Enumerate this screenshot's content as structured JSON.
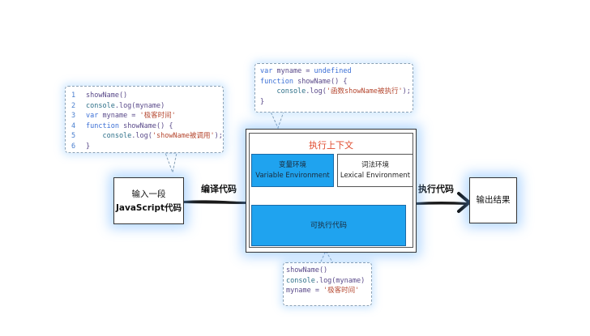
{
  "bubble_left": {
    "lines": [
      {
        "num": "1",
        "parts": [
          {
            "t": "showName()",
            "c": "fn"
          }
        ]
      },
      {
        "num": "2",
        "parts": [
          {
            "t": "console",
            "c": "pl"
          },
          {
            "t": ".log(myname)",
            "c": "fn"
          }
        ]
      },
      {
        "num": "3",
        "parts": [
          {
            "t": "var",
            "c": "kw"
          },
          {
            "t": " myname = ",
            "c": "fn"
          },
          {
            "t": "'极客时间'",
            "c": "str"
          }
        ]
      },
      {
        "num": "4",
        "parts": [
          {
            "t": "function",
            "c": "kw"
          },
          {
            "t": " showName() {",
            "c": "fn"
          }
        ]
      },
      {
        "num": "5",
        "parts": [
          {
            "t": "    console",
            "c": "pl"
          },
          {
            "t": ".log(",
            "c": "fn"
          },
          {
            "t": "'showName被调用'",
            "c": "str"
          },
          {
            "t": ");",
            "c": "fn"
          }
        ]
      },
      {
        "num": "6",
        "parts": [
          {
            "t": "}",
            "c": "fn"
          }
        ]
      }
    ]
  },
  "bubble_top": {
    "lines": [
      {
        "parts": [
          {
            "t": "var",
            "c": "kw"
          },
          {
            "t": " myname = ",
            "c": "fn"
          },
          {
            "t": "undefined",
            "c": "kw"
          }
        ]
      },
      {
        "parts": [
          {
            "t": "function",
            "c": "kw"
          },
          {
            "t": " showName() {",
            "c": "fn"
          }
        ]
      },
      {
        "parts": [
          {
            "t": "    console",
            "c": "pl"
          },
          {
            "t": ".log(",
            "c": "fn"
          },
          {
            "t": "'函数showName被执行'",
            "c": "str"
          },
          {
            "t": ");",
            "c": "fn"
          }
        ]
      },
      {
        "parts": [
          {
            "t": "}",
            "c": "fn"
          }
        ]
      }
    ]
  },
  "bubble_bottom": {
    "lines": [
      {
        "parts": [
          {
            "t": "showName()",
            "c": "fn"
          }
        ]
      },
      {
        "parts": [
          {
            "t": "console",
            "c": "pl"
          },
          {
            "t": ".log(myname)",
            "c": "fn"
          }
        ]
      },
      {
        "parts": [
          {
            "t": "myname = ",
            "c": "fn"
          },
          {
            "t": "'极客时间'",
            "c": "str"
          }
        ]
      }
    ]
  },
  "input_box": {
    "line1": "输入一段",
    "line2": "JavaScript代码"
  },
  "compile_label": "编译代码",
  "execute_label": "执行代码",
  "output_box": {
    "label": "输出结果"
  },
  "context": {
    "title": "执行上下文",
    "variable_env": {
      "line1": "变量环境",
      "line2": "Variable Environment"
    },
    "lexical_env": {
      "line1": "词法环境",
      "line2": "Lexical Environment"
    },
    "executable_code": "可执行代码"
  },
  "colors": {
    "blue_fill": "#1fa3ef",
    "title_red": "#e04a2c",
    "glow": "#5aaaff"
  }
}
